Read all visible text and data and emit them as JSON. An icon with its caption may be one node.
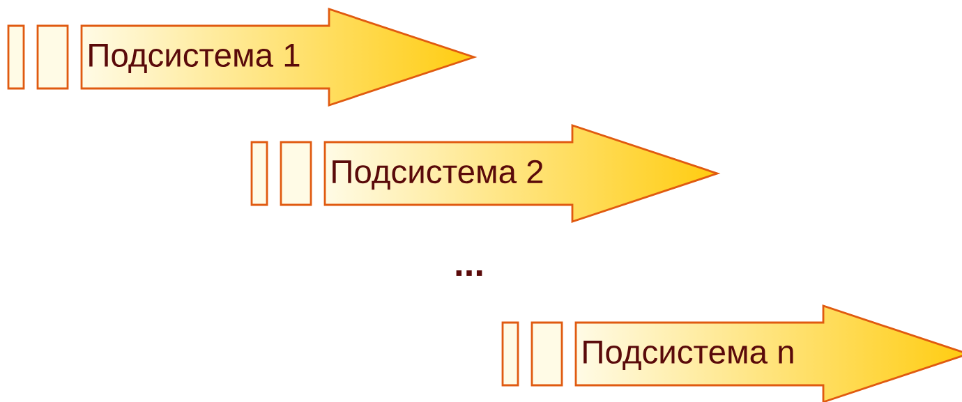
{
  "diagram": {
    "nodes": [
      {
        "text": [
          "Подсистема 1"
        ]
      },
      {
        "text": [
          "Подсистема 2"
        ]
      },
      {
        "text": [
          "Подсистема n"
        ]
      }
    ],
    "labels": [
      "..."
    ]
  }
}
